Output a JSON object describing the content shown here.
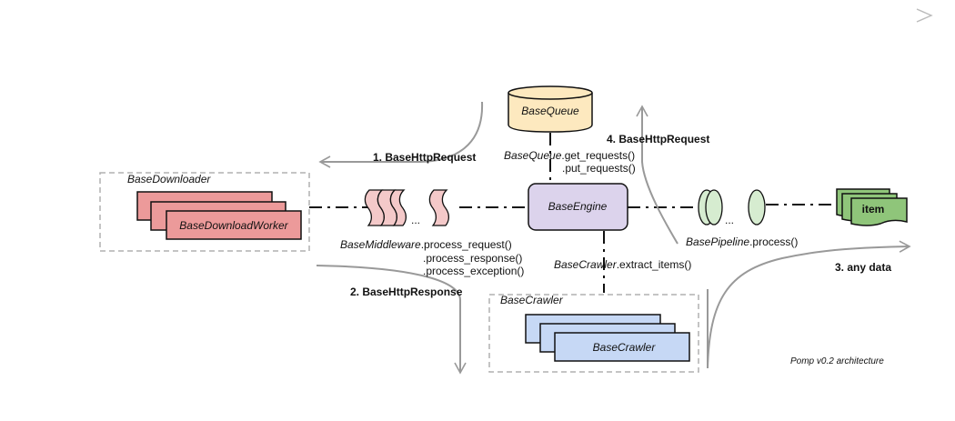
{
  "nodes": {
    "queue": "BaseQueue",
    "engine": "BaseEngine",
    "downloader_group": "BaseDownloader",
    "download_worker": "BaseDownloadWorker",
    "crawler_group": "BaseCrawler",
    "crawler": "BaseCrawler",
    "item": "item"
  },
  "labels": {
    "queue_class": "BaseQueue",
    "queue_method1": ".get_requests()",
    "queue_method2": ".put_requests()",
    "middleware_class": "BaseMiddleware",
    "middleware_method1": ".process_request()",
    "middleware_method2": ".process_response()",
    "middleware_method3": ".process_exception()",
    "crawler_class": "BaseCrawler",
    "crawler_method": ".extract_items()",
    "pipeline_class": "BasePipeline",
    "pipeline_method": ".process()",
    "ellipsis": "..."
  },
  "flows": {
    "flow1": "1. BaseHttpRequest",
    "flow2": "2. BaseHttpResponse",
    "flow3": "3. any data",
    "flow4": "4. BaseHttpRequest"
  },
  "caption": "Pomp v0.2 architecture",
  "colors": {
    "queue_fill": "#fde9bf",
    "engine_fill": "#dcd3ec",
    "worker_fill": "#ec9a9a",
    "middleware_fill": "#f4c9c9",
    "crawler_fill": "#c6d8f5",
    "pipeline_fill": "#d6ecd0",
    "item_fill": "#8fc57a",
    "flow_arrow": "#999999",
    "dashed_group": "#b0b0b0"
  }
}
